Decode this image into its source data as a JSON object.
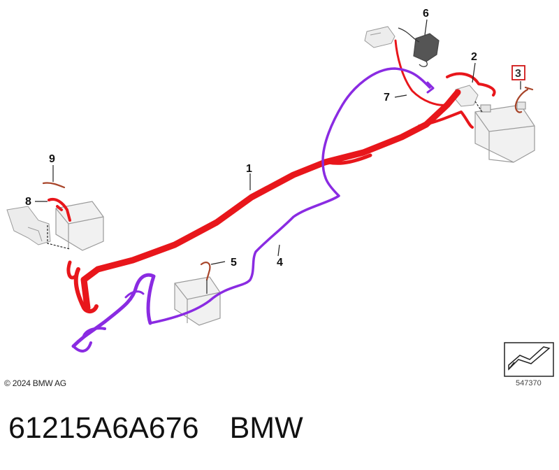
{
  "callouts": [
    {
      "num": "1",
      "highlighted": false
    },
    {
      "num": "2",
      "highlighted": false
    },
    {
      "num": "3",
      "highlighted": true
    },
    {
      "num": "4",
      "highlighted": false
    },
    {
      "num": "5",
      "highlighted": false
    },
    {
      "num": "6",
      "highlighted": false
    },
    {
      "num": "7",
      "highlighted": false
    },
    {
      "num": "8",
      "highlighted": false
    },
    {
      "num": "9",
      "highlighted": false
    }
  ],
  "copyright": "© 2024 BMW AG",
  "diagram_number": "547370",
  "caption": {
    "part_number": "61215A6A676",
    "brand": "BMW"
  },
  "colors": {
    "positive_cable": "#e8161b",
    "secondary_cable": "#8a2be2",
    "outline": "#9a9a9a",
    "component_fill": "#f1f1f1",
    "highlight_box": "#d01515"
  }
}
